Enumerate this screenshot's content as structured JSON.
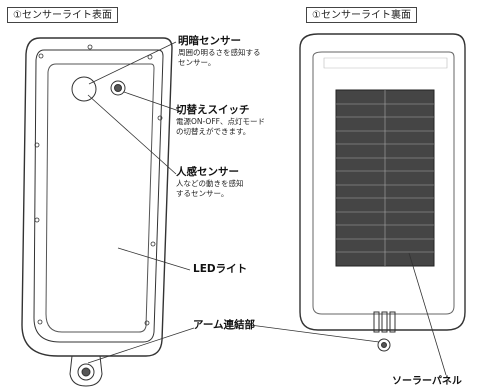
{
  "front_title": "①センサーライト表面",
  "back_title": "①センサーライト裏面",
  "labels": {
    "brightness_sensor": {
      "title": "明暗センサー",
      "desc": "周囲の明るさを感知する\nセンサー。"
    },
    "switch": {
      "title": "切替えスイッチ",
      "desc": "電源ON-OFF、点灯モード\nの切替えができます。"
    },
    "motion_sensor": {
      "title": "人感センサー",
      "desc": "人などの動きを感知\nするセンサー。"
    },
    "led_light": "LEDライト",
    "arm_joint": "アーム連結部",
    "solar_panel": "ソーラーパネル"
  }
}
